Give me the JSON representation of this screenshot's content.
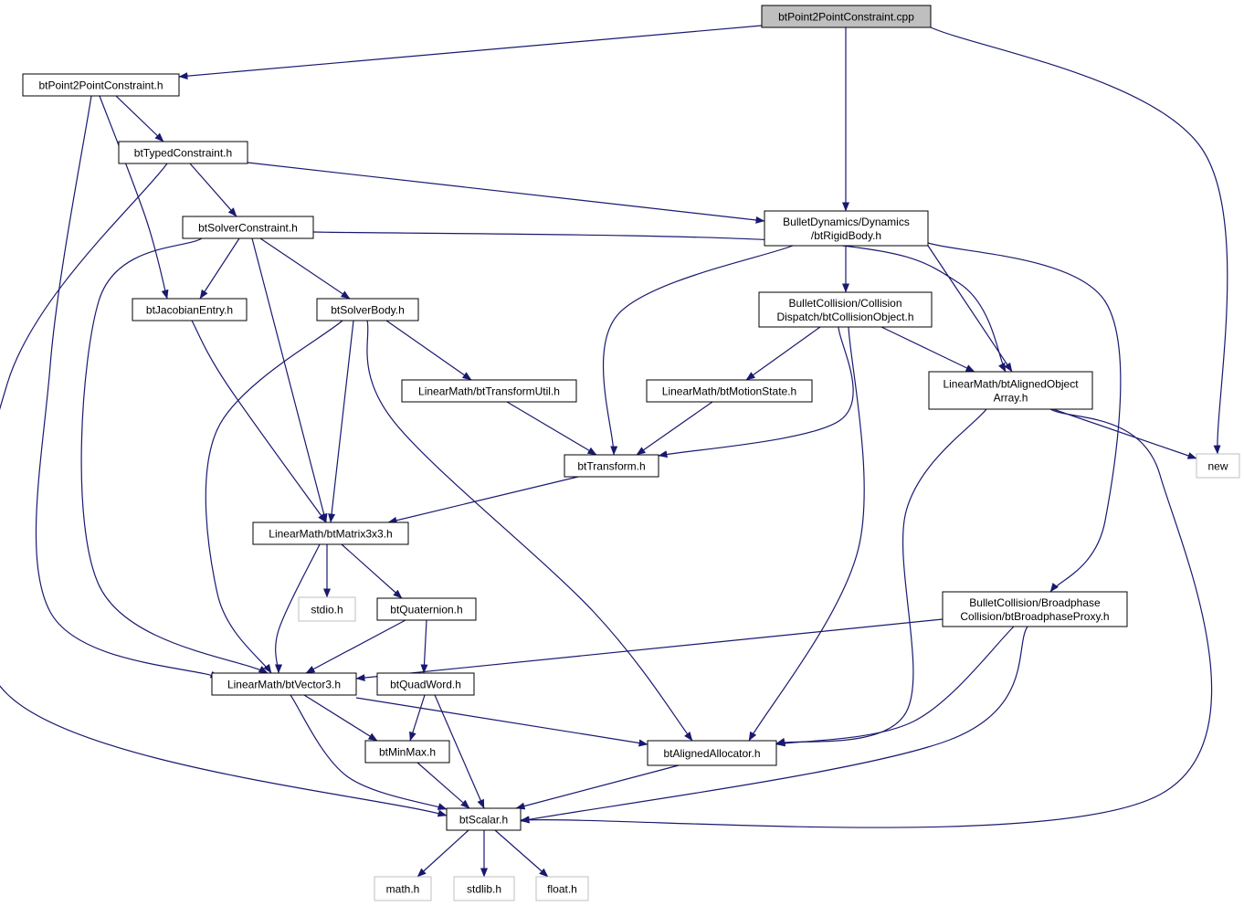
{
  "colors": {
    "edge": "#191970",
    "root_fill": "#bfbfbf",
    "node_fill": "#ffffff",
    "node_stroke": "#000000",
    "external_stroke": "#bfbfbf"
  },
  "nodes": [
    {
      "id": "root",
      "lines": [
        "btPoint2PointConstraint.cpp"
      ],
      "kind": "root"
    },
    {
      "id": "p2p_h",
      "lines": [
        "btPoint2PointConstraint.h"
      ],
      "kind": "file"
    },
    {
      "id": "typed",
      "lines": [
        "btTypedConstraint.h"
      ],
      "kind": "file"
    },
    {
      "id": "rigid",
      "lines": [
        "BulletDynamics/Dynamics",
        "/btRigidBody.h"
      ],
      "kind": "file"
    },
    {
      "id": "solverc",
      "lines": [
        "btSolverConstraint.h"
      ],
      "kind": "file"
    },
    {
      "id": "jacobian",
      "lines": [
        "btJacobianEntry.h"
      ],
      "kind": "file"
    },
    {
      "id": "solverbody",
      "lines": [
        "btSolverBody.h"
      ],
      "kind": "file"
    },
    {
      "id": "collobj",
      "lines": [
        "BulletCollision/Collision",
        "Dispatch/btCollisionObject.h"
      ],
      "kind": "file"
    },
    {
      "id": "alignedarr",
      "lines": [
        "LinearMath/btAlignedObject",
        "Array.h"
      ],
      "kind": "file"
    },
    {
      "id": "new",
      "lines": [
        "new"
      ],
      "kind": "external"
    },
    {
      "id": "transformutil",
      "lines": [
        "LinearMath/btTransformUtil.h"
      ],
      "kind": "file"
    },
    {
      "id": "motionstate",
      "lines": [
        "LinearMath/btMotionState.h"
      ],
      "kind": "file"
    },
    {
      "id": "transform",
      "lines": [
        "btTransform.h"
      ],
      "kind": "file"
    },
    {
      "id": "matrix",
      "lines": [
        "LinearMath/btMatrix3x3.h"
      ],
      "kind": "file"
    },
    {
      "id": "stdio",
      "lines": [
        "stdio.h"
      ],
      "kind": "external"
    },
    {
      "id": "quat",
      "lines": [
        "btQuaternion.h"
      ],
      "kind": "file"
    },
    {
      "id": "proxy",
      "lines": [
        "BulletCollision/Broadphase",
        "Collision/btBroadphaseProxy.h"
      ],
      "kind": "file"
    },
    {
      "id": "vector3",
      "lines": [
        "LinearMath/btVector3.h"
      ],
      "kind": "file"
    },
    {
      "id": "quadword",
      "lines": [
        "btQuadWord.h"
      ],
      "kind": "file"
    },
    {
      "id": "minmax",
      "lines": [
        "btMinMax.h"
      ],
      "kind": "file"
    },
    {
      "id": "allocator",
      "lines": [
        "btAlignedAllocator.h"
      ],
      "kind": "file"
    },
    {
      "id": "scalar",
      "lines": [
        "btScalar.h"
      ],
      "kind": "file"
    },
    {
      "id": "math",
      "lines": [
        "math.h"
      ],
      "kind": "external"
    },
    {
      "id": "stdlib",
      "lines": [
        "stdlib.h"
      ],
      "kind": "external"
    },
    {
      "id": "float",
      "lines": [
        "float.h"
      ],
      "kind": "external"
    }
  ],
  "edges": [
    [
      "root",
      "p2p_h"
    ],
    [
      "root",
      "rigid"
    ],
    [
      "root",
      "new"
    ],
    [
      "p2p_h",
      "typed"
    ],
    [
      "p2p_h",
      "jacobian"
    ],
    [
      "p2p_h",
      "vector3"
    ],
    [
      "typed",
      "solverc"
    ],
    [
      "typed",
      "rigid"
    ],
    [
      "typed",
      "scalar"
    ],
    [
      "solverc",
      "jacobian"
    ],
    [
      "solverc",
      "solverbody"
    ],
    [
      "solverc",
      "matrix"
    ],
    [
      "solverc",
      "vector3"
    ],
    [
      "solverc",
      "alignedarr"
    ],
    [
      "rigid",
      "transform"
    ],
    [
      "rigid",
      "collobj"
    ],
    [
      "rigid",
      "alignedarr"
    ],
    [
      "rigid",
      "proxy"
    ],
    [
      "jacobian",
      "matrix"
    ],
    [
      "solverbody",
      "transformutil"
    ],
    [
      "solverbody",
      "matrix"
    ],
    [
      "solverbody",
      "vector3"
    ],
    [
      "solverbody",
      "allocator"
    ],
    [
      "collobj",
      "motionstate"
    ],
    [
      "collobj",
      "transform"
    ],
    [
      "collobj",
      "alignedarr"
    ],
    [
      "collobj",
      "allocator"
    ],
    [
      "alignedarr",
      "new"
    ],
    [
      "alignedarr",
      "allocator"
    ],
    [
      "alignedarr",
      "scalar"
    ],
    [
      "transformutil",
      "transform"
    ],
    [
      "motionstate",
      "transform"
    ],
    [
      "transform",
      "matrix"
    ],
    [
      "matrix",
      "stdio"
    ],
    [
      "matrix",
      "quat"
    ],
    [
      "matrix",
      "vector3"
    ],
    [
      "quat",
      "vector3"
    ],
    [
      "quat",
      "quadword"
    ],
    [
      "proxy",
      "vector3"
    ],
    [
      "proxy",
      "allocator"
    ],
    [
      "proxy",
      "scalar"
    ],
    [
      "vector3",
      "minmax"
    ],
    [
      "vector3",
      "allocator"
    ],
    [
      "vector3",
      "scalar"
    ],
    [
      "quadword",
      "minmax"
    ],
    [
      "quadword",
      "scalar"
    ],
    [
      "minmax",
      "scalar"
    ],
    [
      "allocator",
      "scalar"
    ],
    [
      "scalar",
      "math"
    ],
    [
      "scalar",
      "stdlib"
    ],
    [
      "scalar",
      "float"
    ]
  ]
}
